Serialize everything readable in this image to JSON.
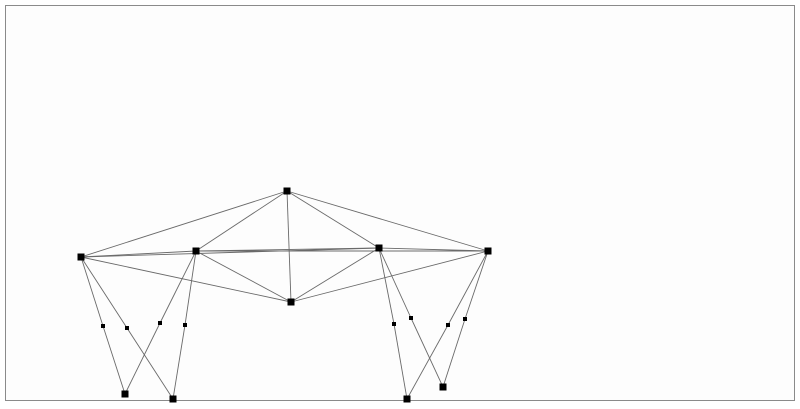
{
  "colors": {
    "edge": "#6a6a6a",
    "node": "#000000",
    "background": "#fdfdfd",
    "border": "#8a8a8a"
  },
  "graph": {
    "nodes": [
      {
        "id": "n_top",
        "kind": "major"
      },
      {
        "id": "n_left",
        "kind": "major"
      },
      {
        "id": "n_midleft",
        "kind": "major"
      },
      {
        "id": "n_midright",
        "kind": "major"
      },
      {
        "id": "n_right",
        "kind": "major"
      },
      {
        "id": "n_center",
        "kind": "major"
      },
      {
        "id": "n_bl1",
        "kind": "major"
      },
      {
        "id": "n_bl2",
        "kind": "major"
      },
      {
        "id": "n_br1",
        "kind": "major"
      },
      {
        "id": "n_br2",
        "kind": "major"
      },
      {
        "id": "p_l1",
        "kind": "minor"
      },
      {
        "id": "p_l2",
        "kind": "minor"
      },
      {
        "id": "p_l3",
        "kind": "minor"
      },
      {
        "id": "p_l4",
        "kind": "minor"
      },
      {
        "id": "p_r1",
        "kind": "minor"
      },
      {
        "id": "p_r2",
        "kind": "minor"
      },
      {
        "id": "p_r3",
        "kind": "minor"
      },
      {
        "id": "p_r4",
        "kind": "minor"
      }
    ],
    "edges": [
      [
        "n_top",
        "n_left"
      ],
      [
        "n_top",
        "n_midleft"
      ],
      [
        "n_top",
        "n_midright"
      ],
      [
        "n_top",
        "n_right"
      ],
      [
        "n_top",
        "n_center"
      ],
      [
        "n_left",
        "n_midleft"
      ],
      [
        "n_left",
        "n_midright"
      ],
      [
        "n_left",
        "n_center"
      ],
      [
        "n_midleft",
        "n_midright"
      ],
      [
        "n_midleft",
        "n_center"
      ],
      [
        "n_midleft",
        "n_right"
      ],
      [
        "n_midright",
        "n_right"
      ],
      [
        "n_midright",
        "n_center"
      ],
      [
        "n_right",
        "n_center"
      ],
      [
        "n_left",
        "p_l1"
      ],
      [
        "p_l1",
        "n_bl1"
      ],
      [
        "n_left",
        "p_l2"
      ],
      [
        "p_l2",
        "n_bl2"
      ],
      [
        "n_midleft",
        "p_l3"
      ],
      [
        "p_l3",
        "n_bl1"
      ],
      [
        "n_midleft",
        "p_l4"
      ],
      [
        "p_l4",
        "n_bl2"
      ],
      [
        "n_midright",
        "p_r1"
      ],
      [
        "p_r1",
        "n_br1"
      ],
      [
        "n_midright",
        "p_r2"
      ],
      [
        "p_r2",
        "n_br2"
      ],
      [
        "n_right",
        "p_r3"
      ],
      [
        "p_r3",
        "n_br1"
      ],
      [
        "n_right",
        "p_r4"
      ],
      [
        "p_r4",
        "n_br2"
      ]
    ]
  }
}
